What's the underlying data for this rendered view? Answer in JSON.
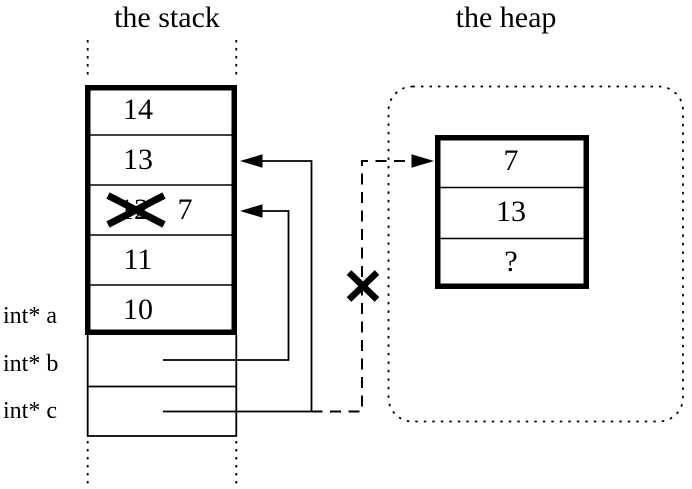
{
  "diagram": {
    "titles": {
      "stack": "the stack",
      "heap": "the heap"
    },
    "stack": {
      "rows": [
        {
          "value": "14"
        },
        {
          "value": "13"
        },
        {
          "value": "12",
          "crossed_out": true,
          "new_value": "7"
        },
        {
          "value": "11"
        },
        {
          "value": "10"
        }
      ],
      "pointer_labels": {
        "a": "int* a",
        "b": "int* b",
        "c": "int* c"
      }
    },
    "heap": {
      "rows": [
        {
          "value": "7"
        },
        {
          "value": "13"
        },
        {
          "value": "?"
        }
      ]
    },
    "icons": {
      "crossed_value": "x-mark",
      "dangling_pointer": "x-mark"
    },
    "colors": {
      "ink": "#000000",
      "background": "#ffffff"
    }
  }
}
